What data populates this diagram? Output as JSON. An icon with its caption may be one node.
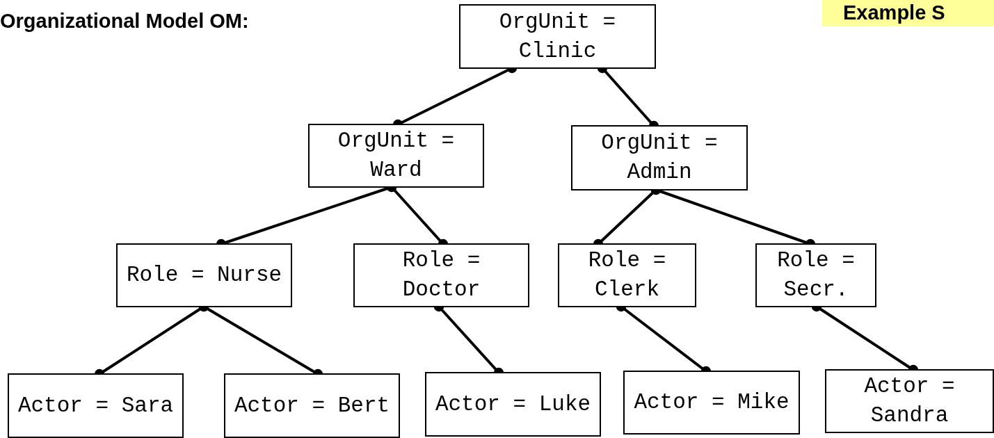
{
  "diagram": {
    "title": "Organizational Model OM:",
    "nodes": [
      {
        "text": [
          "OrgUnit = Clinic"
        ]
      },
      {
        "text": [
          "OrgUnit = Ward"
        ]
      },
      {
        "text": [
          "OrgUnit = Admin"
        ]
      },
      {
        "text": [
          "Role = Nurse"
        ]
      },
      {
        "text": [
          "Role = Doctor"
        ]
      },
      {
        "text": [
          "Role = Clerk"
        ]
      },
      {
        "text": [
          "Role = Secr."
        ]
      },
      {
        "text": [
          "Actor = Sara"
        ]
      },
      {
        "text": [
          "Actor = Bert"
        ]
      },
      {
        "text": [
          "Actor = Luke"
        ]
      },
      {
        "text": [
          "Actor = Mike"
        ]
      },
      {
        "text": [
          "Actor = Sandra"
        ]
      }
    ],
    "edges": [
      {
        "from": 0,
        "to": 1,
        "arrow": "other"
      },
      {
        "from": 0,
        "to": 2,
        "arrow": "other"
      },
      {
        "from": 1,
        "to": 3,
        "arrow": "other"
      },
      {
        "from": 1,
        "to": 4,
        "arrow": "other"
      },
      {
        "from": 2,
        "to": 5,
        "arrow": "other"
      },
      {
        "from": 2,
        "to": 6,
        "arrow": "other"
      },
      {
        "from": 3,
        "to": 7,
        "arrow": "other"
      },
      {
        "from": 3,
        "to": 8,
        "arrow": "other"
      },
      {
        "from": 4,
        "to": 9,
        "arrow": "other"
      },
      {
        "from": 5,
        "to": 10,
        "arrow": "other"
      },
      {
        "from": 6,
        "to": 11,
        "arrow": "other"
      }
    ],
    "labels": [
      "Example S"
    ]
  }
}
